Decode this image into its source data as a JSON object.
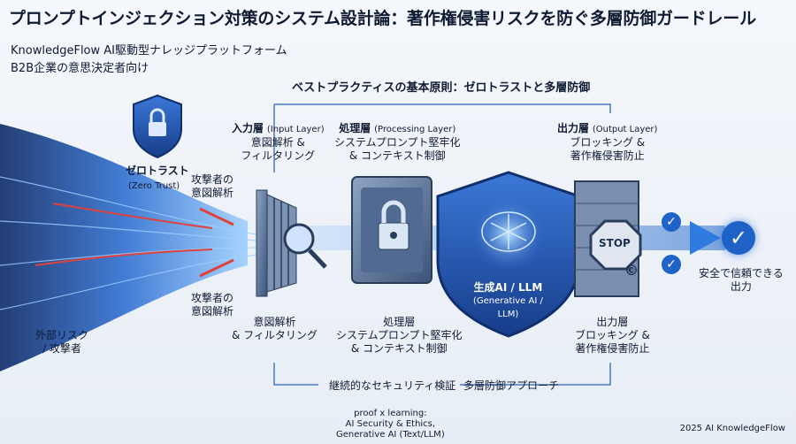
{
  "header": {
    "title": "プロンプトインジェクション対策のシステム設計論：著作権侵害リスクを防ぐ多層防御ガードレール",
    "subtitle_line1": "KnowledgeFlow AI駆動型ナレッジプラットフォーム",
    "subtitle_line2": "B2B企業の意思決定者向け"
  },
  "principle": "ベストプラクティスの基本原則：ゼロトラストと多層防御",
  "zero_trust": {
    "title": "ゼロトラスト",
    "en": "(Zero Trust)"
  },
  "attack": {
    "top": [
      "攻撃者の",
      "意図解析"
    ],
    "bottom": [
      "攻撃者の",
      "意図解析"
    ]
  },
  "external": [
    "外部リスク",
    "/ 攻撃者"
  ],
  "input_layer": {
    "title": "入力層",
    "en": "(Input Layer)",
    "lines": [
      "意図解析 &",
      "フィルタリング"
    ]
  },
  "processing_layer": {
    "title": "処理層",
    "en": "(Processing Layer)",
    "lines": [
      "システムプロンプト堅牢化",
      "& コンテキスト制御"
    ]
  },
  "output_layer": {
    "title": "出力層",
    "en": "(Output Layer)",
    "lines": [
      "ブロッキング &",
      "著作権侵害防止"
    ]
  },
  "core": {
    "title": "生成AI / LLM",
    "en1": "(Generative AI /",
    "en2": "LLM)"
  },
  "stop_text": "STOP",
  "copyright_symbol": "©",
  "check_symbol": "✓",
  "safe_output": [
    "安全で信頼できる",
    "出力"
  ],
  "lower": {
    "input": [
      "意図解析",
      "& フィルタリング"
    ],
    "processing": [
      "処理層",
      "システムプロンプト堅牢化",
      "& コンテキスト制御"
    ],
    "output": [
      "出力層",
      "ブロッキング &",
      "著作権侵害防止"
    ]
  },
  "bottom_cycle": {
    "left": "継続的なセキュリティ検証",
    "right": "多層防御アプローチ"
  },
  "proof": [
    "proof x learning:",
    "AI Security & Ethics,",
    "Generative AI (Text/LLM)"
  ],
  "footer": "2025 AI KnowledgeFlow",
  "colors": {
    "accent": "#1f62c6",
    "threat": "#e0413a",
    "dark": "#0f1b33"
  }
}
